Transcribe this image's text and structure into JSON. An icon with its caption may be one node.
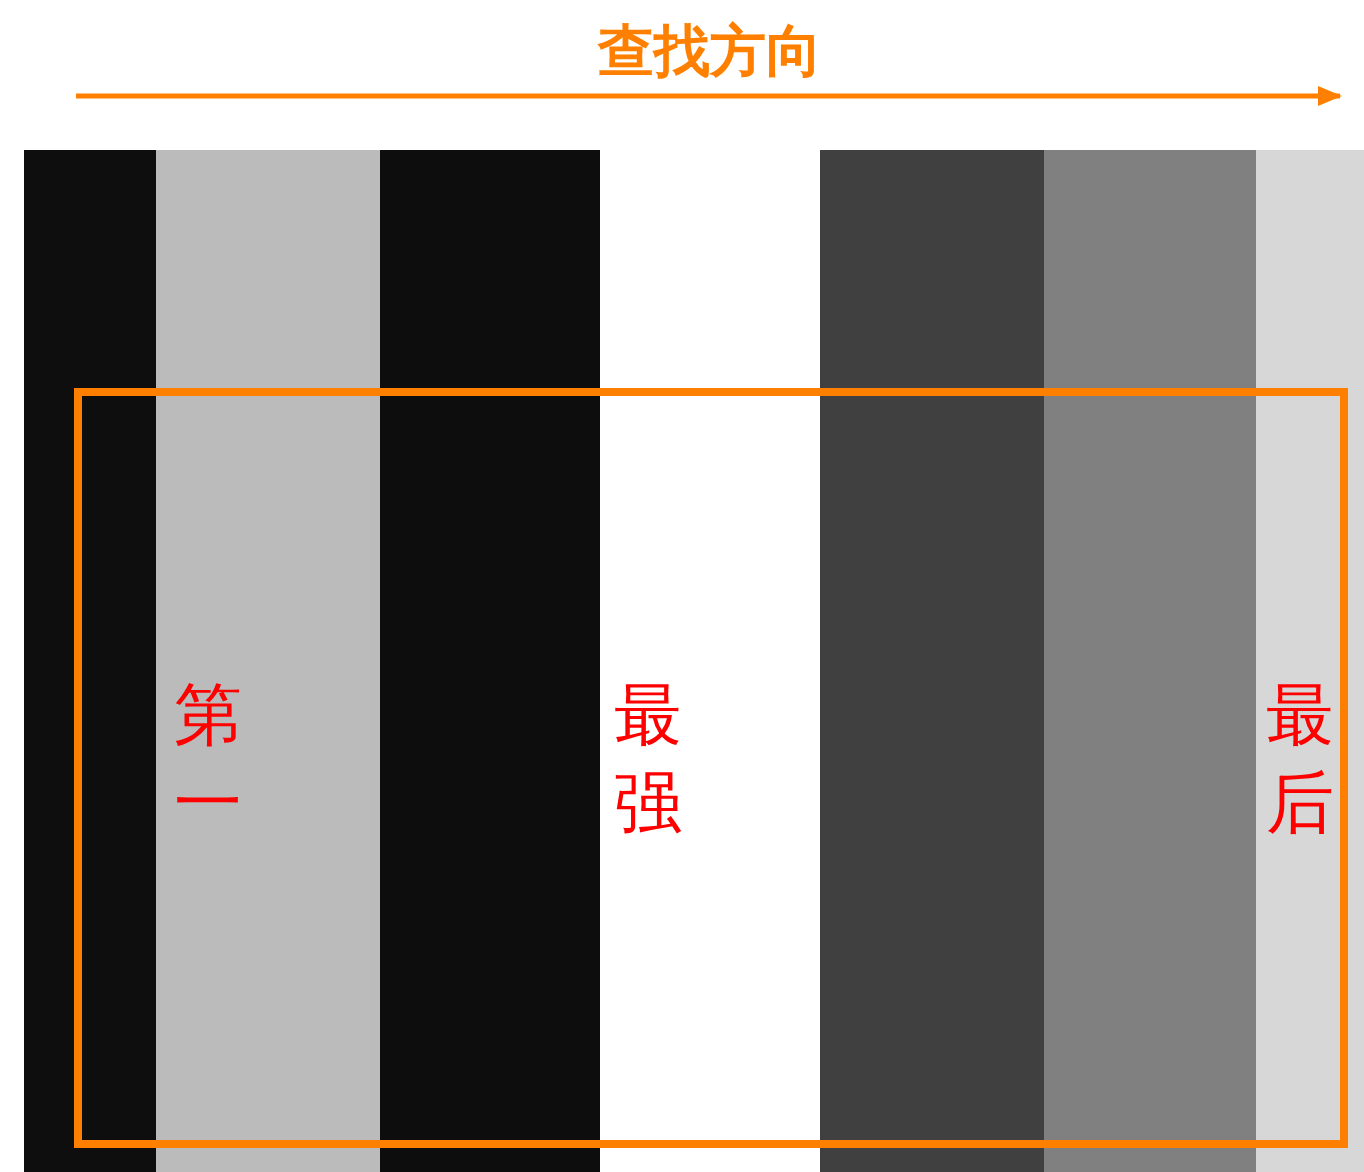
{
  "diagram": {
    "labels": [
      "查找方向",
      "第一",
      "最强",
      "最后"
    ]
  }
}
